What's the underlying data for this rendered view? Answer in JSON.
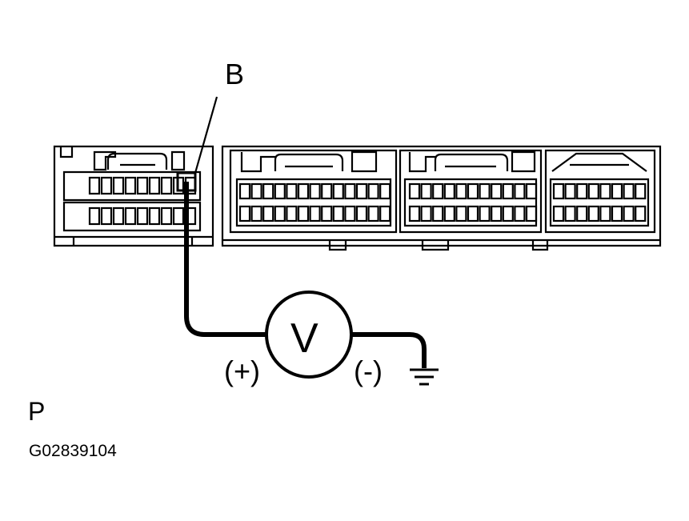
{
  "diagram": {
    "callout_label": "B",
    "meter_symbol": "V",
    "positive_label": "(+)",
    "negative_label": "(-)",
    "page_label": "P",
    "figure_id": "G02839104"
  },
  "icons": {
    "meter": "voltmeter-icon",
    "ground": "ground-icon",
    "connector": "ecu-connector"
  },
  "colors": {
    "line": "#000000",
    "background": "#ffffff"
  }
}
